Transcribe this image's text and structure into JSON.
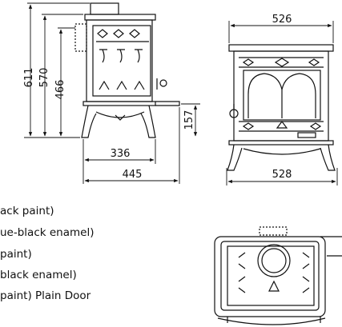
{
  "dimensions": {
    "total_height": "611",
    "height_570": "570",
    "height_466": "466",
    "depth_336": "336",
    "depth_445": "445",
    "rear_height": "157",
    "width_top": "526",
    "width_base": "528"
  },
  "legend": [
    "ack paint)",
    "ue-black enamel)",
    "paint)",
    "black enamel)",
    "paint) Plain Door"
  ]
}
